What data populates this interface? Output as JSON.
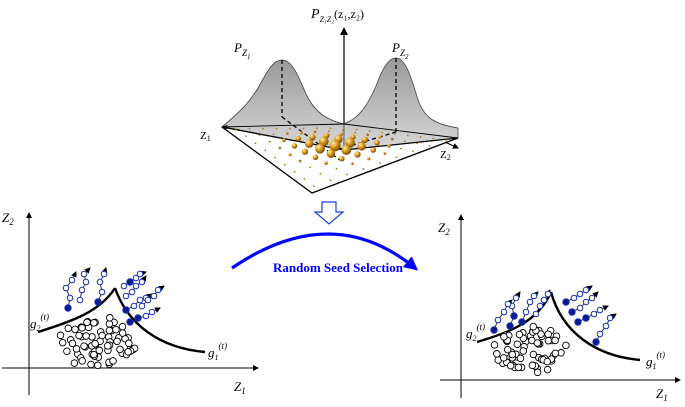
{
  "top": {
    "joint_label": "P",
    "joint_sub": "Z₁Z₂",
    "joint_args": "(z₁,z₂)",
    "marg1_p": "P",
    "marg1_sub": "Z",
    "marg1_subsub": "1",
    "marg2_p": "P",
    "marg2_sub": "Z",
    "marg2_subsub": "2",
    "axis1": "Z",
    "axis1_sub": "1",
    "axis2": "Z",
    "axis2_sub": "2"
  },
  "middle": {
    "arrow_label": "Random Seed Selection",
    "arrow_color": "#0000ff"
  },
  "left": {
    "y_axis": "Z",
    "y_sub": "2",
    "x_axis": "Z",
    "x_sub": "1",
    "g2": "g",
    "g2_sub": "2",
    "g2_sup": "(t)",
    "g1": "g",
    "g1_sub": "1",
    "g1_sup": "(t)"
  },
  "right": {
    "y_axis": "Z",
    "y_sub": "2",
    "x_axis": "Z",
    "x_sub": "1",
    "g2": "g",
    "g2_sub": "2",
    "g2_sup": "(t)",
    "g1": "g",
    "g1_sub": "1",
    "g1_sup": "(t)"
  },
  "colors": {
    "seed_fill": "#0b1a8c",
    "seed_open": "#1a2fb5",
    "surface_gray": "#b0b0b0",
    "sphere_gold": "#d4901c"
  }
}
